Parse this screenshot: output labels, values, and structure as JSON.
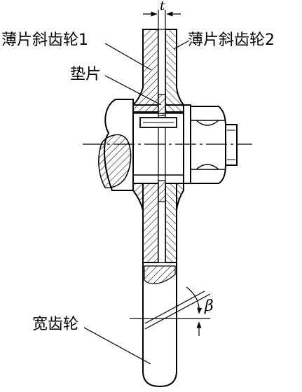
{
  "diagram": {
    "labels": {
      "thin_gear_1": "薄片斜齿轮1",
      "thin_gear_2": "薄片斜齿轮2",
      "shim": "垫片",
      "wide_gear": "宽齿轮",
      "thickness_symbol": "t",
      "helix_angle_symbol": "β"
    }
  }
}
